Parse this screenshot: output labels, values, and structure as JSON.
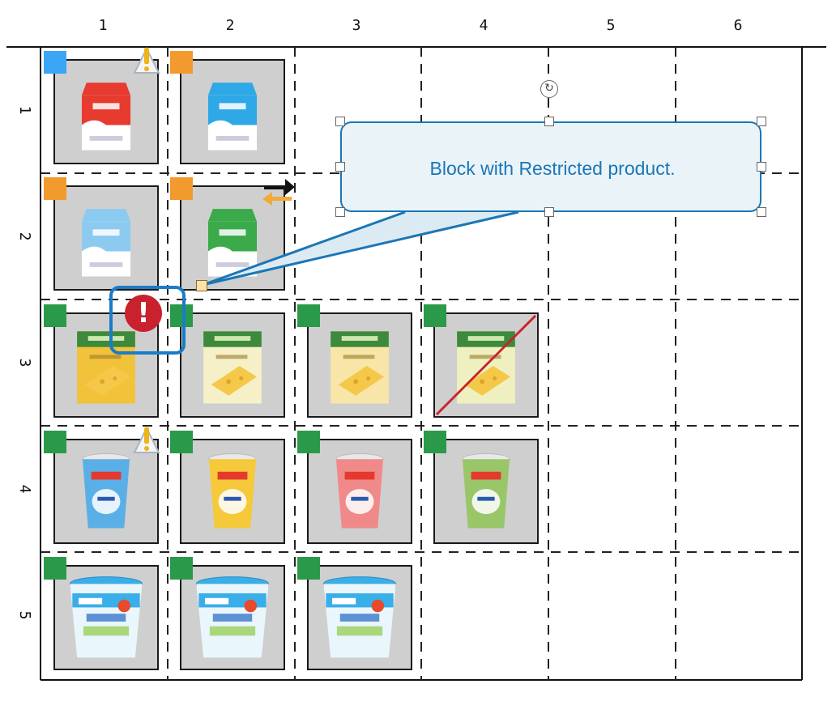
{
  "columns": [
    "1",
    "2",
    "3",
    "4",
    "5",
    "6"
  ],
  "rows": [
    "1",
    "2",
    "3",
    "4",
    "5"
  ],
  "colors": {
    "tag_blue": "#3aa6f5",
    "tag_orange": "#f29a2e",
    "tag_green": "#2a9a4a",
    "error_red": "#c9222e",
    "highlight_blue": "#1a7cc8",
    "callout_text": "#1a76b6",
    "cell_bg": "#cfcfcf"
  },
  "callout": {
    "text": "Block with Restricted product.",
    "icon": "rotate-icon"
  },
  "error_marker": {
    "icon": "exclamation-icon",
    "glyph": "!"
  },
  "products": [
    {
      "row": 1,
      "col": 1,
      "kind": "milk-carton",
      "color": "#e63b2e",
      "tag": "blue",
      "warning": true
    },
    {
      "row": 1,
      "col": 2,
      "kind": "milk-carton",
      "color": "#2ea8e6",
      "tag": "orange"
    },
    {
      "row": 2,
      "col": 1,
      "kind": "milk-carton",
      "color": "#8ccaf0",
      "tag": "orange"
    },
    {
      "row": 2,
      "col": 2,
      "kind": "milk-carton",
      "color": "#3aaa4a",
      "tag": "orange",
      "reverse": true
    },
    {
      "row": 3,
      "col": 1,
      "kind": "cheese-pack",
      "color": "#f2c23a",
      "tag": "green"
    },
    {
      "row": 3,
      "col": 2,
      "kind": "cheese-pack",
      "color": "#f5f0c8",
      "tag": "green"
    },
    {
      "row": 3,
      "col": 3,
      "kind": "cheese-pack",
      "color": "#f7e6a8",
      "tag": "green"
    },
    {
      "row": 3,
      "col": 4,
      "kind": "cheese-pack",
      "color": "#eef0c0",
      "tag": "green",
      "crossed": true
    },
    {
      "row": 4,
      "col": 1,
      "kind": "yogurt-cup",
      "color": "#5ab0e6",
      "tag": "green",
      "warning": true
    },
    {
      "row": 4,
      "col": 2,
      "kind": "yogurt-cup",
      "color": "#f5c93a",
      "tag": "green"
    },
    {
      "row": 4,
      "col": 3,
      "kind": "yogurt-cup",
      "color": "#f08a8a",
      "tag": "green"
    },
    {
      "row": 4,
      "col": 4,
      "kind": "yogurt-cup",
      "color": "#9ac66a",
      "tag": "green"
    },
    {
      "row": 5,
      "col": 1,
      "kind": "yogurt-tub",
      "color": "#3aaee8",
      "tag": "green"
    },
    {
      "row": 5,
      "col": 2,
      "kind": "yogurt-tub",
      "color": "#3aaee8",
      "tag": "green"
    },
    {
      "row": 5,
      "col": 3,
      "kind": "yogurt-tub",
      "color": "#3aaee8",
      "tag": "green"
    }
  ]
}
